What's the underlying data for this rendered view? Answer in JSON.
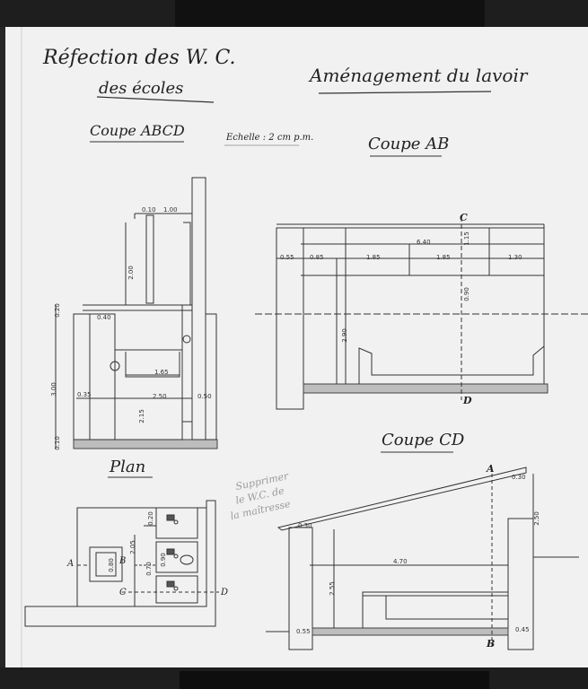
{
  "titles": {
    "main_line1": "Réfection des W. C.",
    "main_line2": "des écoles",
    "amenagement": "Aménagement du lavoir",
    "coupe_abcd": "Coupe ABCD",
    "echelle": "Echelle : 2 cm p.m.",
    "coupe_ab": "Coupe AB",
    "coupe_cd": "Coupe CD",
    "plan": "Plan"
  },
  "pencil_note": [
    "Supprimer",
    "le W.C. de",
    "la maîtresse"
  ],
  "labels": {
    "a_plan": "A",
    "b_plan": "B",
    "c_plan": "C",
    "d_plan": "D",
    "c_ab": "C",
    "d_ab": "D",
    "a_cd": "A",
    "b_cd": "B"
  },
  "dims_abcd": {
    "d010": "0.10",
    "d100": "1.00",
    "d200": "2.00",
    "d020": "0.20",
    "d040": "0.40",
    "d300": "3.00",
    "d165": "1.65",
    "d035": "0.35",
    "d250": "2.50",
    "d050": "0.50",
    "d215": "2.15",
    "d010b": "0.10"
  },
  "dims_ab": {
    "d640": "6.40",
    "d055": "0.55",
    "d085": "0.85",
    "d185a": "1.85",
    "d185b": "1.85",
    "d130": "1.30",
    "d115": "1.15",
    "d090": "0.90",
    "d290": "2.90"
  },
  "dims_cd": {
    "d030": "0.30",
    "d030b": "0.30",
    "d470": "4.70",
    "d255": "2.55",
    "d055": "0.55",
    "d045": "0.45",
    "d250": "2.50"
  },
  "dims_plan": {
    "d080": "0.80",
    "d205": "2.05",
    "d070": "0.70",
    "d020": "0.20",
    "d090": "0.90"
  }
}
